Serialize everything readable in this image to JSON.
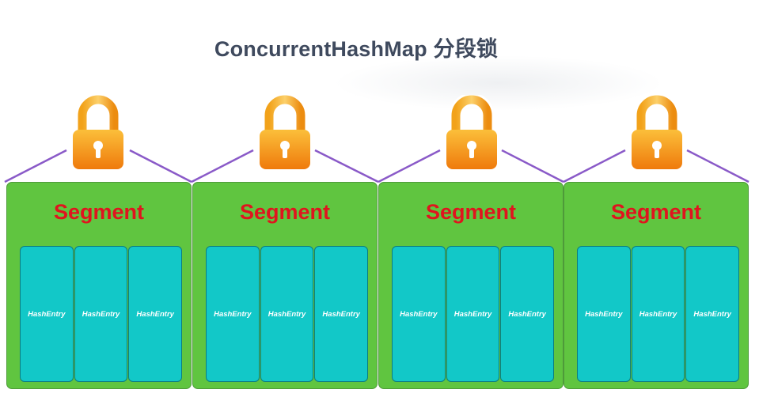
{
  "title": "ConcurrentHashMap 分段锁",
  "colors": {
    "segment_fill": "#60c540",
    "segment_label": "#e0141e",
    "entry_fill": "#12c8c8",
    "connector": "#8a5ac8",
    "lock_body": "#f28a12",
    "lock_shackle": "#f6a81c"
  },
  "segments": [
    {
      "label": "Segment",
      "entries": [
        "HashEntry",
        "HashEntry",
        "HashEntry"
      ],
      "icon": "padlock-icon"
    },
    {
      "label": "Segment",
      "entries": [
        "HashEntry",
        "HashEntry",
        "HashEntry"
      ],
      "icon": "padlock-icon"
    },
    {
      "label": "Segment",
      "entries": [
        "HashEntry",
        "HashEntry",
        "HashEntry"
      ],
      "icon": "padlock-icon"
    },
    {
      "label": "Segment",
      "entries": [
        "HashEntry",
        "HashEntry",
        "HashEntry"
      ],
      "icon": "padlock-icon"
    }
  ]
}
